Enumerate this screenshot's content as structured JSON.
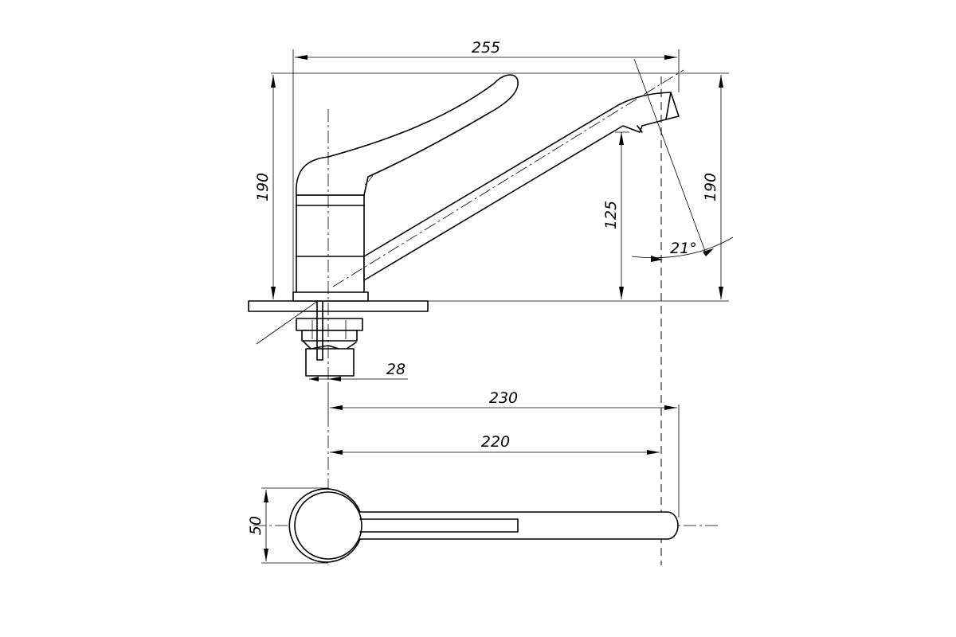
{
  "dimensions": {
    "overall_length": "255",
    "height_left": "190",
    "height_right": "190",
    "spout_height": "125",
    "spout_angle": "21°",
    "shank_width": "28",
    "reach_outer": "230",
    "reach_center": "220",
    "body_diameter": "50"
  }
}
